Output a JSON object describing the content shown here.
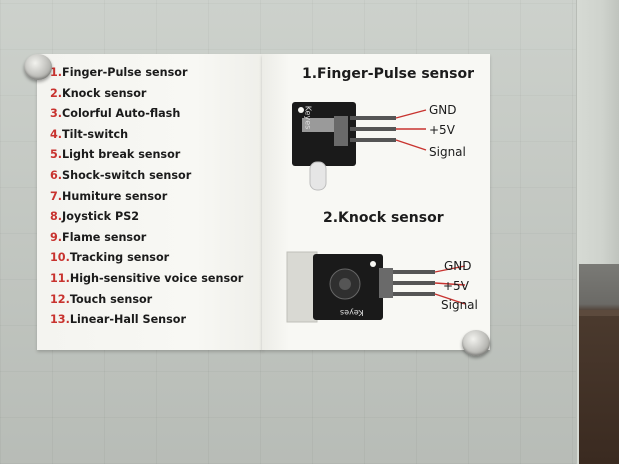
{
  "sensor_list": [
    {
      "number": "1.",
      "name": "Finger-Pulse sensor"
    },
    {
      "number": "2.",
      "name": "Knock sensor"
    },
    {
      "number": "3.",
      "name": "Colorful Auto-flash"
    },
    {
      "number": "4.",
      "name": "Tilt-switch"
    },
    {
      "number": "5.",
      "name": "Light break sensor"
    },
    {
      "number": "6.",
      "name": "Shock-switch sensor"
    },
    {
      "number": "7.",
      "name": "Humiture sensor"
    },
    {
      "number": "8.",
      "name": "Joystick PS2"
    },
    {
      "number": "9.",
      "name": "Flame sensor"
    },
    {
      "number": "10.",
      "name": "Tracking sensor"
    },
    {
      "number": "11.",
      "name": "High-sensitive voice sensor"
    },
    {
      "number": "12.",
      "name": "Touch sensor"
    },
    {
      "number": "13.",
      "name": "Linear-Hall Sensor"
    }
  ],
  "module1": {
    "title": "1.Finger-Pulse sensor",
    "board_label": "Keyes",
    "pins": [
      "GND",
      "+5V",
      "Signal"
    ]
  },
  "module2": {
    "title": "2.Knock sensor",
    "board_label": "Keyes",
    "pins": [
      "GND",
      "+5V",
      "Signal"
    ]
  },
  "colors": {
    "number_red": "#c8332f",
    "wire_red": "#c8332f",
    "board_black": "#1a1a1a",
    "paper": "#f7f7f3"
  }
}
